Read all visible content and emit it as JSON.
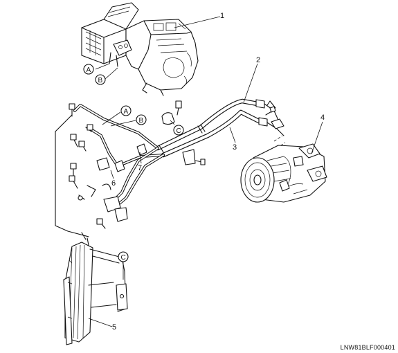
{
  "callouts": [
    {
      "id": "1",
      "label": "1"
    },
    {
      "id": "2",
      "label": "2"
    },
    {
      "id": "3",
      "label": "3"
    },
    {
      "id": "4",
      "label": "4"
    },
    {
      "id": "5",
      "label": "5"
    },
    {
      "id": "6",
      "label": "6"
    },
    {
      "id": "7",
      "label": "7"
    }
  ],
  "connection_markers": {
    "a_top": "A",
    "b_top": "B",
    "a_lines": "A",
    "b_lines": "B",
    "c_clamp": "C",
    "c_condenser": "C"
  },
  "drawing_code": "LNW81BLF000401"
}
